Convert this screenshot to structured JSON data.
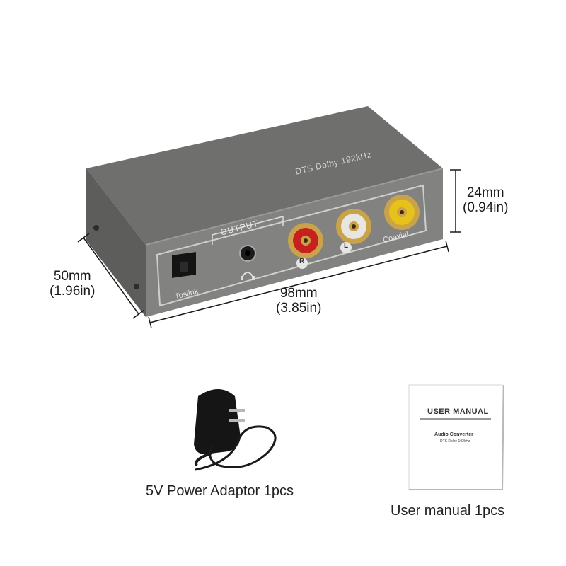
{
  "device": {
    "brand_text": "DTS Dolby 192kHz",
    "output_label": "OUTPUT",
    "toslink_label": "Toslink",
    "coaxial_label": "Coaxial",
    "right_channel": "R",
    "left_channel": "L"
  },
  "dimensions": {
    "height_mm": "24mm",
    "height_in": "(0.94in)",
    "depth_mm": "50mm",
    "depth_in": "(1.96in)",
    "width_mm": "98mm",
    "width_in": "(3.85in)"
  },
  "accessories": {
    "adaptor_caption": "5V Power Adaptor 1pcs",
    "manual_caption": "User manual 1pcs",
    "manual_title": "USER MANUAL",
    "manual_subtitle": "Audio Converter",
    "manual_small": "DTS Dolby 192kHz"
  },
  "colors": {
    "housing": "#7d7d7b",
    "housing_top": "#6f6f6d",
    "rca_red": "#c8201e",
    "rca_white": "#e8e6e0",
    "rca_yellow": "#e6c21a",
    "gold": "#c9a24a"
  }
}
